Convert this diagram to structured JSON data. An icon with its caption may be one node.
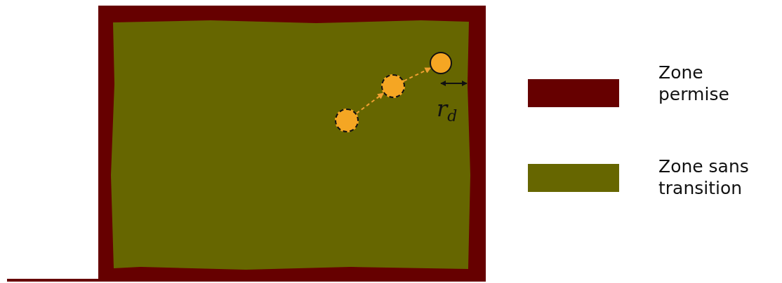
{
  "diagram": {
    "nodes": [
      {
        "text": [],
        "shape": "circle"
      },
      {
        "text": [],
        "shape": "circle"
      },
      {
        "text": [],
        "shape": "circle"
      }
    ],
    "edges": [
      {
        "from": 0,
        "to": 1,
        "arrow": "to",
        "style": "dashed",
        "color": "#f0a030"
      },
      {
        "from": 1,
        "to": 2,
        "arrow": "to",
        "style": "dashed",
        "color": "#f0a030"
      }
    ],
    "labels": [
      "r$_{d}$"
    ],
    "legend": [
      {
        "text": "Zone permise",
        "color": "#660000"
      },
      {
        "text": "Zone sans transition",
        "color": "#666600"
      }
    ]
  }
}
